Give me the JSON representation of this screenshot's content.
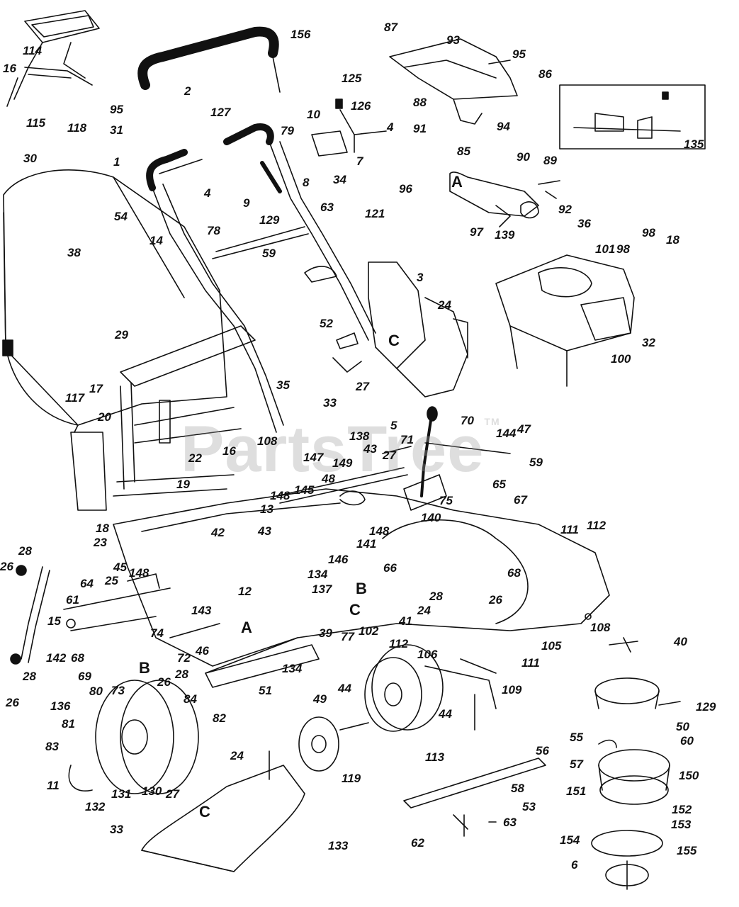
{
  "watermark": {
    "text": "PartsTree",
    "mark": "TM"
  },
  "labels": [
    {
      "id": "l114",
      "text": "114"
    },
    {
      "id": "l16a",
      "text": "16"
    },
    {
      "id": "l95a",
      "text": "95"
    },
    {
      "id": "l115",
      "text": "115"
    },
    {
      "id": "l118",
      "text": "118"
    },
    {
      "id": "l31",
      "text": "31"
    },
    {
      "id": "l2",
      "text": "2"
    },
    {
      "id": "l156",
      "text": "156"
    },
    {
      "id": "l87",
      "text": "87"
    },
    {
      "id": "l93",
      "text": "93"
    },
    {
      "id": "l95b",
      "text": "95"
    },
    {
      "id": "l86",
      "text": "86"
    },
    {
      "id": "l88",
      "text": "88"
    },
    {
      "id": "l125",
      "text": "125"
    },
    {
      "id": "l126",
      "text": "126"
    },
    {
      "id": "l127",
      "text": "127"
    },
    {
      "id": "l79",
      "text": "79"
    },
    {
      "id": "l10",
      "text": "10"
    },
    {
      "id": "l4a",
      "text": "4"
    },
    {
      "id": "l91",
      "text": "91"
    },
    {
      "id": "l94",
      "text": "94"
    },
    {
      "id": "l135",
      "text": "135"
    },
    {
      "id": "l30",
      "text": "30"
    },
    {
      "id": "l1",
      "text": "1"
    },
    {
      "id": "l7",
      "text": "7"
    },
    {
      "id": "l85",
      "text": "85"
    },
    {
      "id": "l90",
      "text": "90"
    },
    {
      "id": "l89",
      "text": "89"
    },
    {
      "id": "l4b",
      "text": "4"
    },
    {
      "id": "l8",
      "text": "8"
    },
    {
      "id": "l34",
      "text": "34"
    },
    {
      "id": "l9",
      "text": "9"
    },
    {
      "id": "l96",
      "text": "96"
    },
    {
      "id": "lA1",
      "text": "A"
    },
    {
      "id": "l92",
      "text": "92"
    },
    {
      "id": "l63a",
      "text": "63"
    },
    {
      "id": "l54",
      "text": "54"
    },
    {
      "id": "l129a",
      "text": "129"
    },
    {
      "id": "l121",
      "text": "121"
    },
    {
      "id": "l36",
      "text": "36"
    },
    {
      "id": "l97",
      "text": "97"
    },
    {
      "id": "l139",
      "text": "139"
    },
    {
      "id": "l14",
      "text": "14"
    },
    {
      "id": "l78",
      "text": "78"
    },
    {
      "id": "l98a",
      "text": "98"
    },
    {
      "id": "l18a",
      "text": "18"
    },
    {
      "id": "l101",
      "text": "101"
    },
    {
      "id": "l98b",
      "text": "98"
    },
    {
      "id": "l38",
      "text": "38"
    },
    {
      "id": "l59a",
      "text": "59"
    },
    {
      "id": "l3",
      "text": "3"
    },
    {
      "id": "l24a",
      "text": "24"
    },
    {
      "id": "l29",
      "text": "29"
    },
    {
      "id": "l52",
      "text": "52"
    },
    {
      "id": "lC1",
      "text": "C"
    },
    {
      "id": "l32",
      "text": "32"
    },
    {
      "id": "l100",
      "text": "100"
    },
    {
      "id": "l27a",
      "text": "27"
    },
    {
      "id": "l35",
      "text": "35"
    },
    {
      "id": "l33a",
      "text": "33"
    },
    {
      "id": "l117",
      "text": "117"
    },
    {
      "id": "l17",
      "text": "17"
    },
    {
      "id": "l20",
      "text": "20"
    },
    {
      "id": "l5",
      "text": "5"
    },
    {
      "id": "l70",
      "text": "70"
    },
    {
      "id": "l138",
      "text": "138"
    },
    {
      "id": "l71",
      "text": "71"
    },
    {
      "id": "l144",
      "text": "144"
    },
    {
      "id": "l47",
      "text": "47"
    },
    {
      "id": "l108a",
      "text": "108"
    },
    {
      "id": "l43a",
      "text": "43"
    },
    {
      "id": "l22",
      "text": "22"
    },
    {
      "id": "l16b",
      "text": "16"
    },
    {
      "id": "l147",
      "text": "147"
    },
    {
      "id": "l27b",
      "text": "27"
    },
    {
      "id": "l149",
      "text": "149"
    },
    {
      "id": "l59b",
      "text": "59"
    },
    {
      "id": "l48",
      "text": "48"
    },
    {
      "id": "l65",
      "text": "65"
    },
    {
      "id": "l19",
      "text": "19"
    },
    {
      "id": "l148a",
      "text": "148"
    },
    {
      "id": "l145",
      "text": "145"
    },
    {
      "id": "l75",
      "text": "75"
    },
    {
      "id": "l67",
      "text": "67"
    },
    {
      "id": "l13",
      "text": "13"
    },
    {
      "id": "l140",
      "text": "140"
    },
    {
      "id": "l18b",
      "text": "18"
    },
    {
      "id": "l43b",
      "text": "43"
    },
    {
      "id": "l148b",
      "text": "148"
    },
    {
      "id": "l111a",
      "text": "111"
    },
    {
      "id": "l112a",
      "text": "112"
    },
    {
      "id": "l23",
      "text": "23"
    },
    {
      "id": "l42",
      "text": "42"
    },
    {
      "id": "l141",
      "text": "141"
    },
    {
      "id": "l28a",
      "text": "28"
    },
    {
      "id": "l26a",
      "text": "26"
    },
    {
      "id": "l146",
      "text": "146"
    },
    {
      "id": "l45",
      "text": "45"
    },
    {
      "id": "l148c",
      "text": "148"
    },
    {
      "id": "l66",
      "text": "66"
    },
    {
      "id": "l68a",
      "text": "68"
    },
    {
      "id": "l64",
      "text": "64"
    },
    {
      "id": "l25",
      "text": "25"
    },
    {
      "id": "l134a",
      "text": "134"
    },
    {
      "id": "l137",
      "text": "137"
    },
    {
      "id": "lB1",
      "text": "B"
    },
    {
      "id": "l12",
      "text": "12"
    },
    {
      "id": "l28b",
      "text": "28"
    },
    {
      "id": "l26b",
      "text": "26"
    },
    {
      "id": "l61",
      "text": "61"
    },
    {
      "id": "l143",
      "text": "143"
    },
    {
      "id": "lC2",
      "text": "C"
    },
    {
      "id": "l24b",
      "text": "24"
    },
    {
      "id": "l15",
      "text": "15"
    },
    {
      "id": "l41",
      "text": "41"
    },
    {
      "id": "lA2",
      "text": "A"
    },
    {
      "id": "l108b",
      "text": "108"
    },
    {
      "id": "l74",
      "text": "74"
    },
    {
      "id": "l39",
      "text": "39"
    },
    {
      "id": "l77",
      "text": "77"
    },
    {
      "id": "l102",
      "text": "102"
    },
    {
      "id": "l40",
      "text": "40"
    },
    {
      "id": "l112b",
      "text": "112"
    },
    {
      "id": "l105",
      "text": "105"
    },
    {
      "id": "l142",
      "text": "142"
    },
    {
      "id": "l68b",
      "text": "68"
    },
    {
      "id": "l72",
      "text": "72"
    },
    {
      "id": "l46",
      "text": "46"
    },
    {
      "id": "l106",
      "text": "106"
    },
    {
      "id": "l111b",
      "text": "111"
    },
    {
      "id": "l28c",
      "text": "28"
    },
    {
      "id": "l69",
      "text": "69"
    },
    {
      "id": "lB2",
      "text": "B"
    },
    {
      "id": "l28d",
      "text": "28"
    },
    {
      "id": "l134b",
      "text": "134"
    },
    {
      "id": "l109",
      "text": "109"
    },
    {
      "id": "l129b",
      "text": "129"
    },
    {
      "id": "l80",
      "text": "80"
    },
    {
      "id": "l73",
      "text": "73"
    },
    {
      "id": "l26c",
      "text": "26"
    },
    {
      "id": "l51",
      "text": "51"
    },
    {
      "id": "l44a",
      "text": "44"
    },
    {
      "id": "l26d",
      "text": "26"
    },
    {
      "id": "l84",
      "text": "84"
    },
    {
      "id": "l49",
      "text": "49"
    },
    {
      "id": "l44b",
      "text": "44"
    },
    {
      "id": "l50",
      "text": "50"
    },
    {
      "id": "l136",
      "text": "136"
    },
    {
      "id": "l82",
      "text": "82"
    },
    {
      "id": "l81",
      "text": "81"
    },
    {
      "id": "l55",
      "text": "55"
    },
    {
      "id": "l60",
      "text": "60"
    },
    {
      "id": "l83",
      "text": "83"
    },
    {
      "id": "l24c",
      "text": "24"
    },
    {
      "id": "l113",
      "text": "113"
    },
    {
      "id": "l56",
      "text": "56"
    },
    {
      "id": "l57",
      "text": "57"
    },
    {
      "id": "l150",
      "text": "150"
    },
    {
      "id": "l119",
      "text": "119"
    },
    {
      "id": "l11",
      "text": "11"
    },
    {
      "id": "l58",
      "text": "58"
    },
    {
      "id": "l151",
      "text": "151"
    },
    {
      "id": "l131",
      "text": "131"
    },
    {
      "id": "l130",
      "text": "130"
    },
    {
      "id": "l27c",
      "text": "27"
    },
    {
      "id": "l132",
      "text": "132"
    },
    {
      "id": "lC3",
      "text": "C"
    },
    {
      "id": "l53",
      "text": "53"
    },
    {
      "id": "l152",
      "text": "152"
    },
    {
      "id": "l63b",
      "text": "63"
    },
    {
      "id": "l153",
      "text": "153"
    },
    {
      "id": "l33b",
      "text": "33"
    },
    {
      "id": "l133",
      "text": "133"
    },
    {
      "id": "l62",
      "text": "62"
    },
    {
      "id": "l154",
      "text": "154"
    },
    {
      "id": "l155",
      "text": "155"
    },
    {
      "id": "l6",
      "text": "6"
    }
  ]
}
